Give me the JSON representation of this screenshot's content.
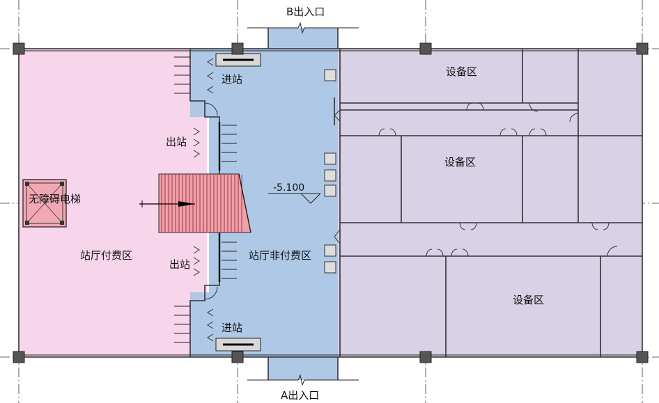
{
  "labels": {
    "entrance_b": "B出入口",
    "entrance_a": "A出入口",
    "equipment_1": "设备区",
    "equipment_2": "设备区",
    "equipment_3": "设备区",
    "entry_top": "进站",
    "entry_bottom": "进站",
    "exit_top": "出站",
    "exit_bottom": "出站",
    "elevator": "无障碍电梯",
    "paid_area": "站厅付费区",
    "unpaid_area": "站厅非付费区",
    "elevation": "-5.100"
  },
  "colors": {
    "paid_area": "#f7d5ea",
    "unpaid_area": "#aec8e6",
    "equipment_area": "#d9d1e6",
    "stair": "#f0a0a8",
    "elevator": "#f2a7b5",
    "column": "#555555"
  }
}
